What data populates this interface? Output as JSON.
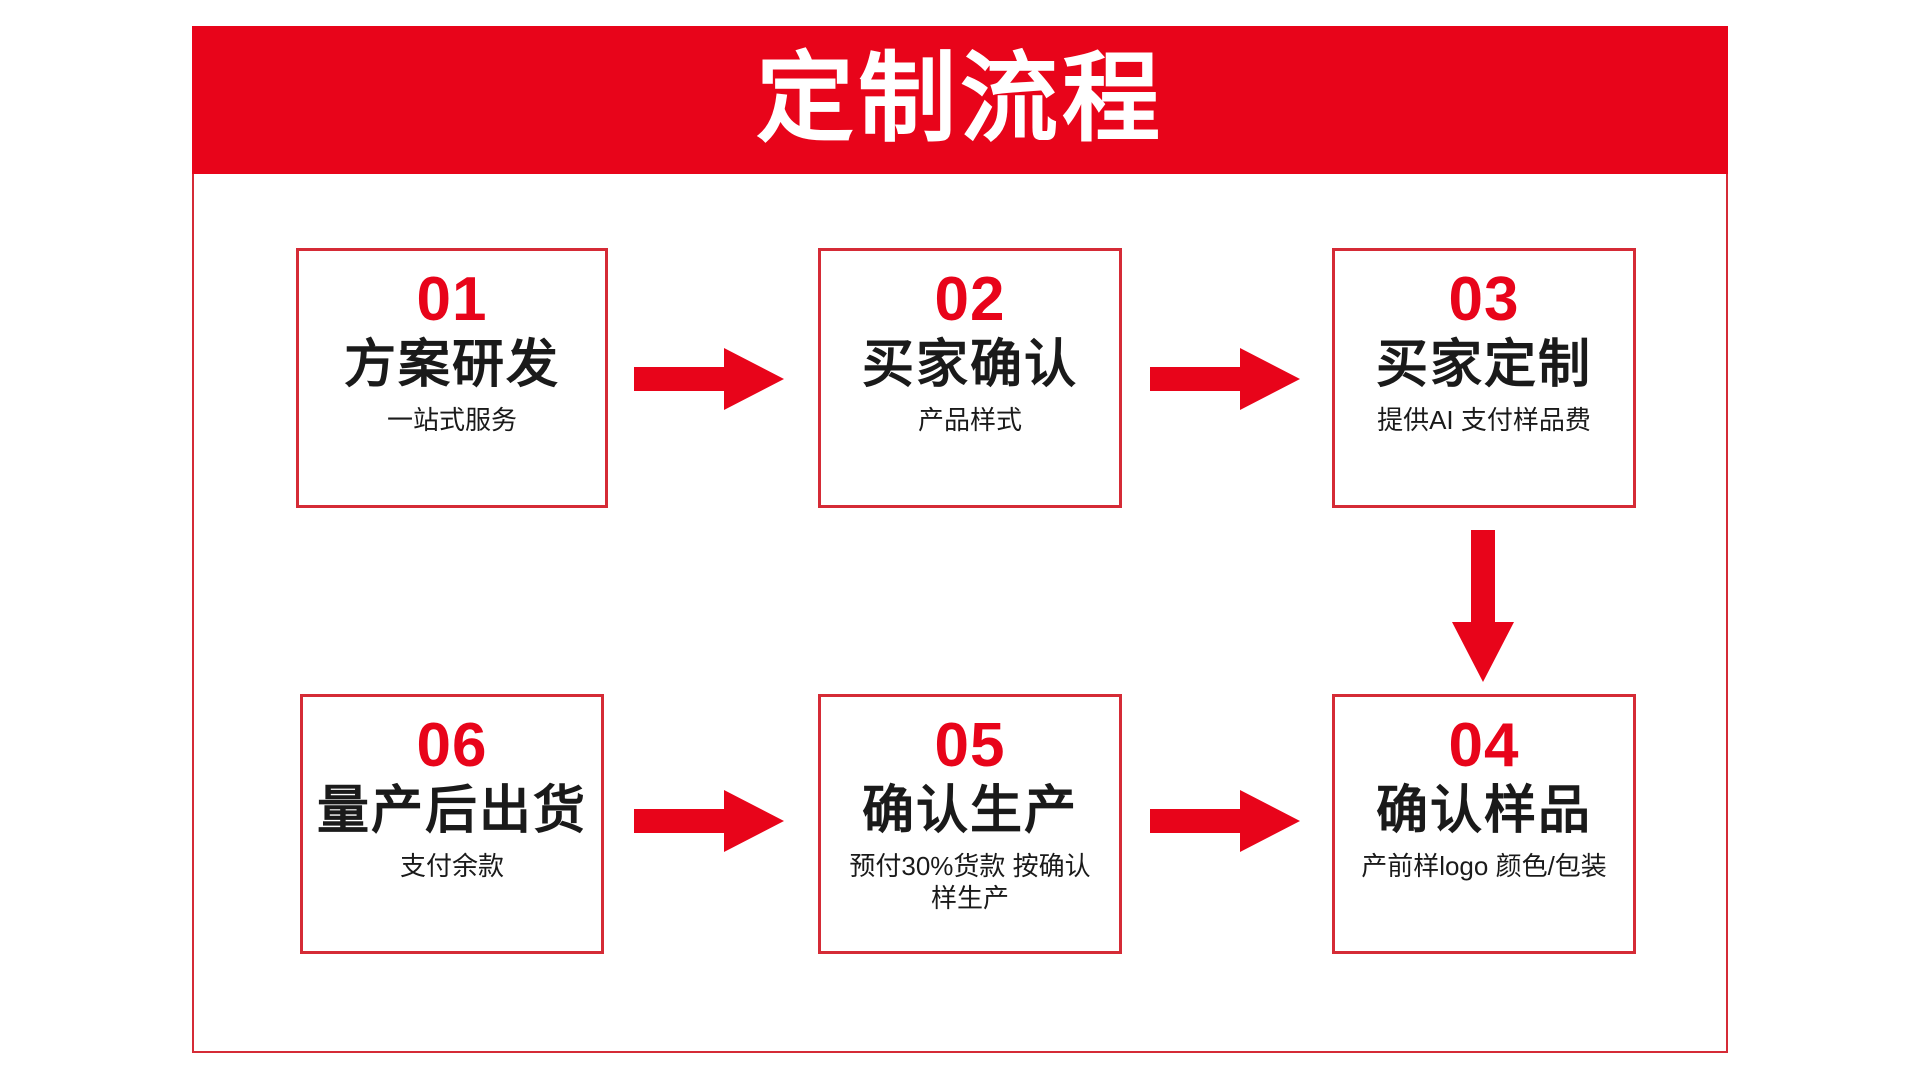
{
  "poster": {
    "title": "定制流程",
    "accent_red": "#e8041a",
    "border_red": "#d52b36",
    "text_dark": "#1a1a1a",
    "background": "#ffffff"
  },
  "steps": [
    {
      "id": "01",
      "number": "01",
      "title": "方案研发",
      "subtitle": "一站式服务",
      "row": 1,
      "column": 1
    },
    {
      "id": "02",
      "number": "02",
      "title": "买家确认",
      "subtitle": "产品样式",
      "row": 1,
      "column": 2
    },
    {
      "id": "03",
      "number": "03",
      "title": "买家定制",
      "subtitle": "提供AI 支付样品费",
      "row": 1,
      "column": 3
    },
    {
      "id": "04",
      "number": "04",
      "title": "确认样品",
      "subtitle": "产前样logo 颜色/包装",
      "row": 2,
      "column": 3
    },
    {
      "id": "05",
      "number": "05",
      "title": "确认生产",
      "subtitle": "预付30%货款 按确认样生产",
      "row": 2,
      "column": 2
    },
    {
      "id": "06",
      "number": "06",
      "title": "量产后出货",
      "subtitle": "支付余款",
      "row": 2,
      "column": 1
    }
  ],
  "connectors": [
    {
      "id": "arrow-1-2",
      "from": "01",
      "to": "02",
      "direction": "right",
      "icon": "arrow-right-icon"
    },
    {
      "id": "arrow-2-3",
      "from": "02",
      "to": "03",
      "direction": "right",
      "icon": "arrow-right-icon"
    },
    {
      "id": "arrow-3-4",
      "from": "03",
      "to": "04",
      "direction": "down",
      "icon": "arrow-down-icon"
    },
    {
      "id": "arrow-5-4",
      "from": "05",
      "to": "04",
      "direction": "right",
      "icon": "arrow-right-icon"
    },
    {
      "id": "arrow-6-5",
      "from": "06",
      "to": "05",
      "direction": "right",
      "icon": "arrow-right-icon"
    }
  ]
}
